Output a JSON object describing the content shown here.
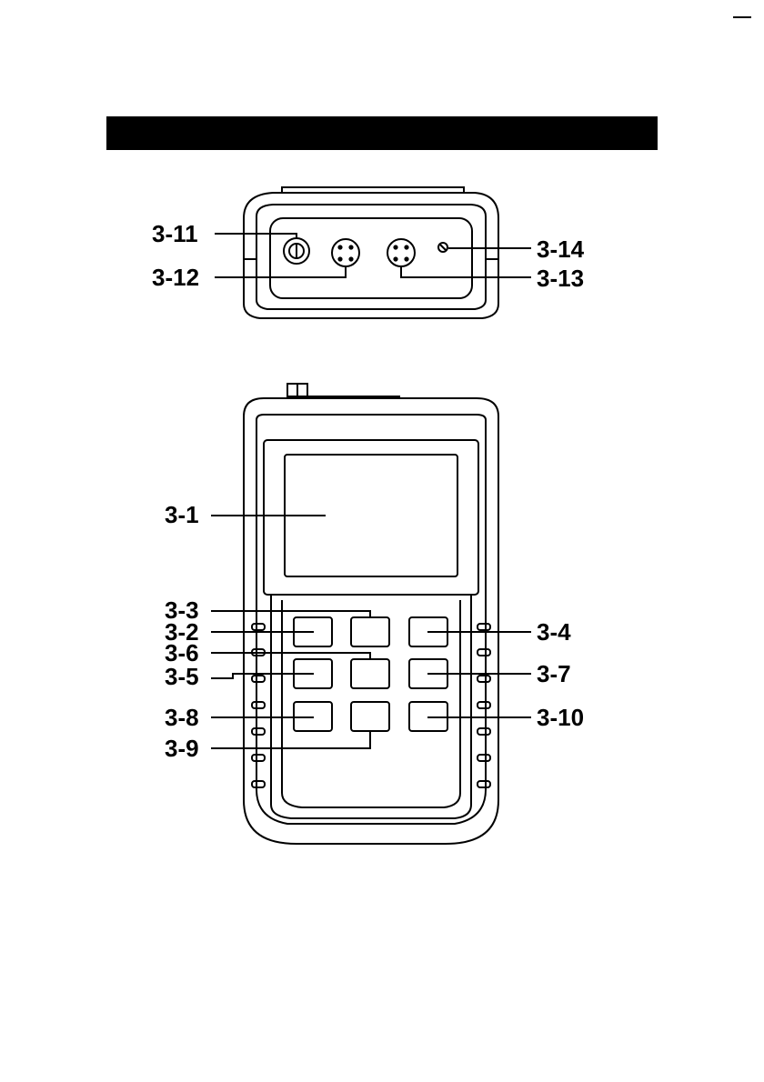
{
  "header": {
    "title": ""
  },
  "top_view": {
    "callouts": {
      "c3_11": "3-11",
      "c3_12": "3-12",
      "c3_13": "3-13",
      "c3_14": "3-14"
    }
  },
  "front_view": {
    "callouts": {
      "c3_1": "3-1",
      "c3_2": "3-2",
      "c3_3": "3-3",
      "c3_4": "3-4",
      "c3_5": "3-5",
      "c3_6": "3-6",
      "c3_7": "3-7",
      "c3_8": "3-8",
      "c3_9": "3-9",
      "c3_10": "3-10"
    }
  }
}
